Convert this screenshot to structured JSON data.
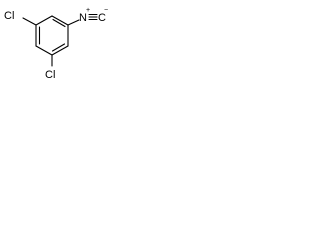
{
  "molecule": {
    "name": "",
    "atom_labels": {
      "cl_top": "Cl",
      "cl_bottom": "Cl",
      "nitrogen": "N",
      "nitrogen_charge": "+",
      "carbon": "C",
      "carbon_charge": "−"
    },
    "bond_color": "#000000",
    "background": "#ffffff"
  }
}
